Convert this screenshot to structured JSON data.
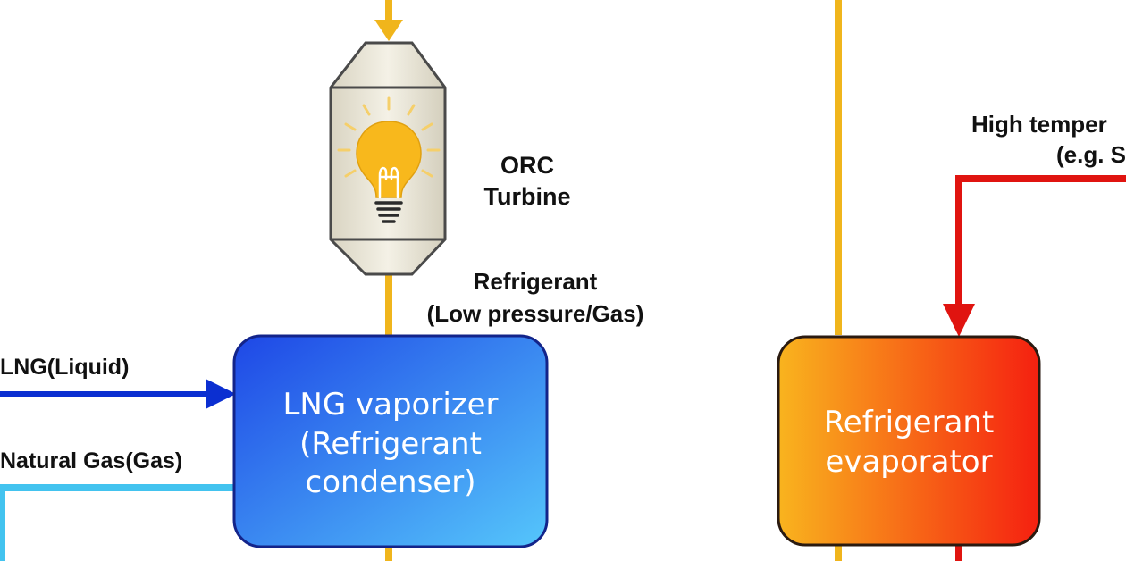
{
  "colors": {
    "refrigerant_line": "#f0b51c",
    "lng_line": "#0b2fd1",
    "natural_gas_line": "#43c3ef",
    "heat_source_line": "#e01410",
    "vaporizer_gradient": [
      "#1e47e6",
      "#55c6fb"
    ],
    "evaporator_gradient": [
      "#f9b41e",
      "#f52010"
    ],
    "turbine_body": "#eeeadc",
    "bulb": "#f8b81c"
  },
  "icons": [
    "lightbulb-icon",
    "arrow-down-icon",
    "arrow-right-icon"
  ],
  "labels": {
    "orc_turbine": [
      "ORC",
      "Turbine"
    ],
    "refrigerant_low": [
      "Refrigerant",
      "(Low pressure/Gas)"
    ],
    "lng_liquid": "LNG(Liquid)",
    "natural_gas": "Natural Gas(Gas)",
    "high_temp": [
      "High temper",
      "(e.g. S"
    ]
  },
  "boxes": {
    "vaporizer": [
      "LNG vaporizer",
      "(Refrigerant",
      "condenser)"
    ],
    "evaporator": [
      "Refrigerant",
      "evaporator"
    ]
  }
}
